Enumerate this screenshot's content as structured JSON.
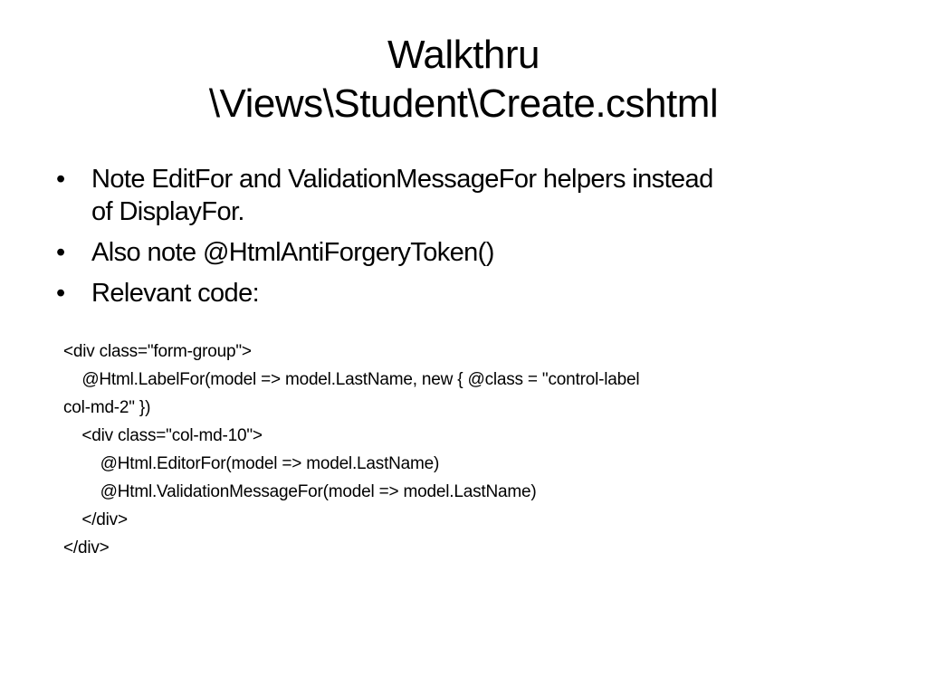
{
  "slide": {
    "title_lines": [
      "Walkthru",
      "\\Views\\Student\\Create.cshtml"
    ],
    "bullets": [
      {
        "line1": "Note EditFor and ValidationMessageFor helpers instead",
        "line2": "of DisplayFor."
      },
      {
        "line1": "Also note @HtmlAntiForgeryToken()"
      },
      {
        "line1": "Relevant code:"
      }
    ],
    "bullet_glyph": "•",
    "code_lines": [
      "<div class=\"form-group\">",
      "    @Html.LabelFor(model => model.LastName, new { @class = \"control-label",
      "col-md-2\" })",
      "    <div class=\"col-md-10\">",
      "        @Html.EditorFor(model => model.LastName)",
      "        @Html.ValidationMessageFor(model => model.LastName)",
      "    </div>",
      "</div>"
    ]
  }
}
